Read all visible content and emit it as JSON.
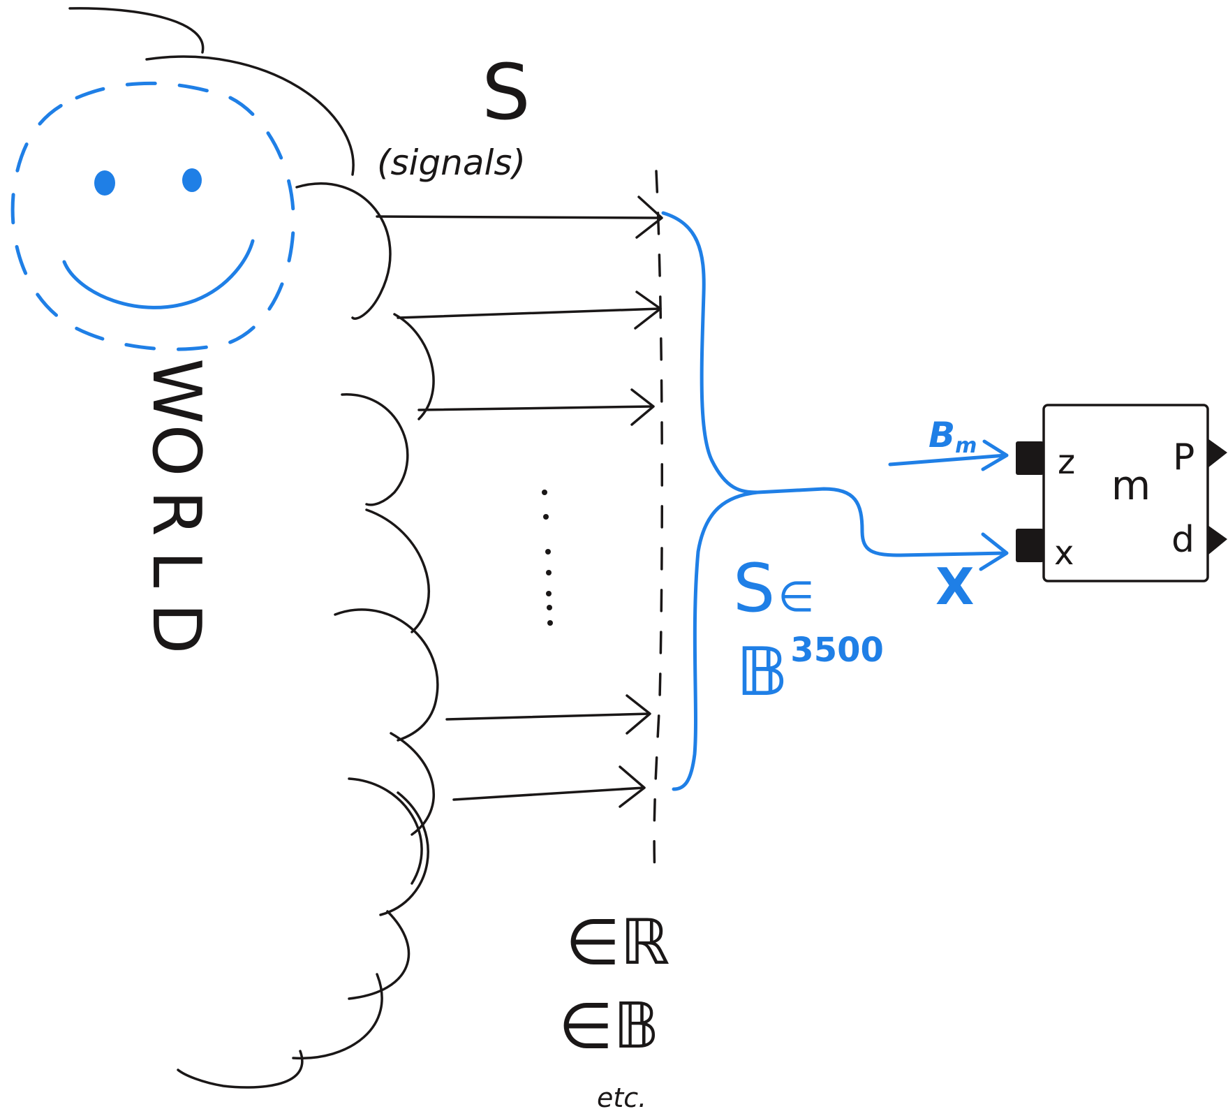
{
  "colors": {
    "ink": "#1a1717",
    "marker_blue": "#1f7fe6",
    "board": "#ffffff"
  },
  "world": {
    "label_letters": [
      "W",
      "O",
      "R",
      "L",
      "D"
    ],
    "face_icon": "smiley-face-icon"
  },
  "signals": {
    "title": "S",
    "subtitle": "(signals)",
    "ellipsis_icon": "vertical-ellipsis-icon"
  },
  "membership": {
    "reals": "∈ℝ",
    "booleans": "∈𝔹",
    "etc": "etc."
  },
  "selection": {
    "name": "S",
    "member_of": "∈",
    "space": "𝔹",
    "exponent": "3500"
  },
  "inputs": {
    "bm_label": "B",
    "bm_subscript": "m",
    "x_label": "X"
  },
  "model_box": {
    "name": "m",
    "ports": {
      "z": "z",
      "x": "x",
      "p": "P",
      "d": "d"
    }
  }
}
